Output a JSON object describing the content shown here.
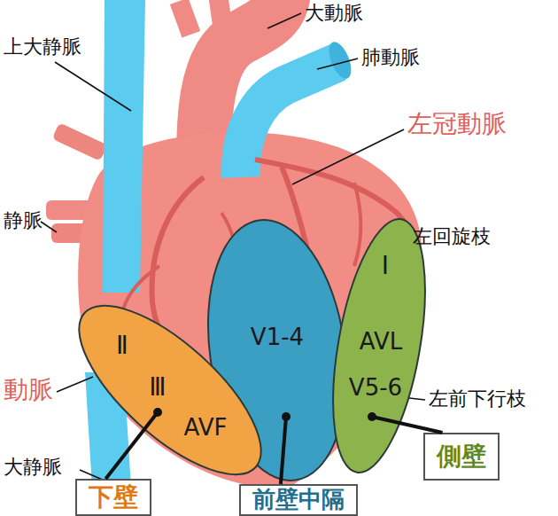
{
  "diagram": {
    "nodes": [
      {
        "text": [
          "V1-4"
        ]
      },
      {
        "text": [
          "Ⅰ",
          "AVL",
          "V5-6"
        ]
      },
      {
        "text": [
          "Ⅱ",
          "Ⅲ",
          "AVF"
        ]
      },
      {
        "text": [
          "下壁"
        ]
      },
      {
        "text": [
          "前壁中隔"
        ]
      },
      {
        "text": [
          "側壁"
        ]
      }
    ],
    "edges": [
      {
        "from": 3,
        "to": 2,
        "arrow": "none"
      },
      {
        "from": 4,
        "to": 0,
        "arrow": "none"
      },
      {
        "from": 5,
        "to": 1,
        "arrow": "none"
      }
    ],
    "labels": [
      "大動脈",
      "上大静脈",
      "肺動脈",
      "左冠動脈",
      "静脈",
      "左回旋枝",
      "左前下行枝",
      "動脈",
      "大静脈"
    ]
  }
}
